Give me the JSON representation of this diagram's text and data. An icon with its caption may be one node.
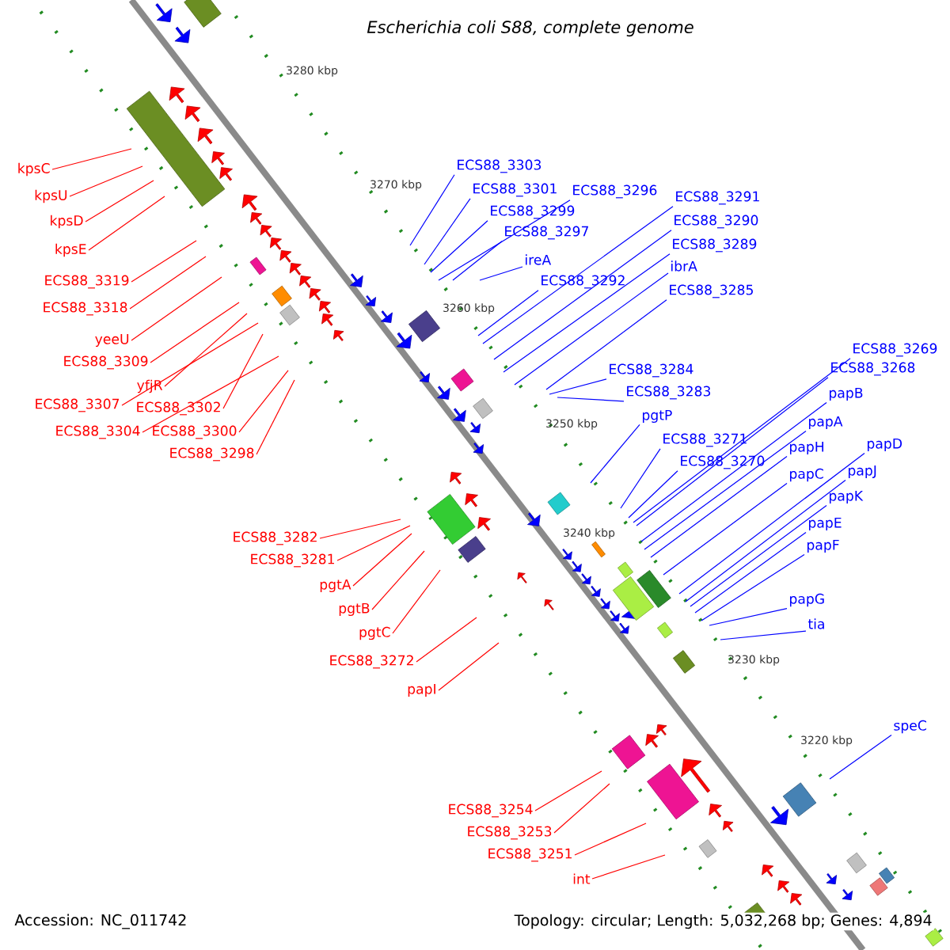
{
  "diagram": {
    "title": "Escherichia coli S88, complete genome",
    "nodes": [
      {
        "text": [
          "kpsC"
        ]
      },
      {
        "text": [
          "kpsU"
        ]
      },
      {
        "text": [
          "kpsD"
        ]
      },
      {
        "text": [
          "kpsE"
        ]
      },
      {
        "text": [
          "ECS88_3319"
        ]
      },
      {
        "text": [
          "ECS88_3318"
        ]
      },
      {
        "text": [
          "yeeU"
        ]
      },
      {
        "text": [
          "ECS88_3309"
        ]
      },
      {
        "text": [
          "yfjR"
        ]
      },
      {
        "text": [
          "ECS88_3307"
        ]
      },
      {
        "text": [
          "ECS88_3302"
        ]
      },
      {
        "text": [
          "ECS88_3304"
        ]
      },
      {
        "text": [
          "ECS88_3300"
        ]
      },
      {
        "text": [
          "ECS88_3298"
        ]
      },
      {
        "text": [
          "ECS88_3282"
        ]
      },
      {
        "text": [
          "ECS88_3281"
        ]
      },
      {
        "text": [
          "pgtA"
        ]
      },
      {
        "text": [
          "pgtB"
        ]
      },
      {
        "text": [
          "pgtC"
        ]
      },
      {
        "text": [
          "ECS88_3272"
        ]
      },
      {
        "text": [
          "papI"
        ]
      },
      {
        "text": [
          "ECS88_3254"
        ]
      },
      {
        "text": [
          "ECS88_3253"
        ]
      },
      {
        "text": [
          "ECS88_3251"
        ]
      },
      {
        "text": [
          "int"
        ]
      },
      {
        "text": [
          "ECS88_3303"
        ]
      },
      {
        "text": [
          "ECS88_3301"
        ]
      },
      {
        "text": [
          "ECS88_3296"
        ]
      },
      {
        "text": [
          "ECS88_3299"
        ]
      },
      {
        "text": [
          "ECS88_3297"
        ]
      },
      {
        "text": [
          "ireA"
        ]
      },
      {
        "text": [
          "ECS88_3292"
        ]
      },
      {
        "text": [
          "ECS88_3291"
        ]
      },
      {
        "text": [
          "ECS88_3290"
        ]
      },
      {
        "text": [
          "ECS88_3289"
        ]
      },
      {
        "text": [
          "ibrA"
        ]
      },
      {
        "text": [
          "ECS88_3285"
        ]
      },
      {
        "text": [
          "ECS88_3284"
        ]
      },
      {
        "text": [
          "ECS88_3283"
        ]
      },
      {
        "text": [
          "pgtP"
        ]
      },
      {
        "text": [
          "ECS88_3271"
        ]
      },
      {
        "text": [
          "ECS88_3270"
        ]
      },
      {
        "text": [
          "ECS88_3269"
        ]
      },
      {
        "text": [
          "ECS88_3268"
        ]
      },
      {
        "text": [
          "papB"
        ]
      },
      {
        "text": [
          "papA"
        ]
      },
      {
        "text": [
          "papH"
        ]
      },
      {
        "text": [
          "papC"
        ]
      },
      {
        "text": [
          "papD"
        ]
      },
      {
        "text": [
          "papJ"
        ]
      },
      {
        "text": [
          "papK"
        ]
      },
      {
        "text": [
          "papE"
        ]
      },
      {
        "text": [
          "papF"
        ]
      },
      {
        "text": [
          "papG"
        ]
      },
      {
        "text": [
          "tia"
        ]
      },
      {
        "text": [
          "speC"
        ]
      }
    ],
    "edges": [
      {
        "from": 0,
        "to": null,
        "arrow": "none",
        "color": "#ff0000"
      },
      {
        "from": 1,
        "to": null,
        "arrow": "none",
        "color": "#ff0000"
      },
      {
        "from": 2,
        "to": null,
        "arrow": "none",
        "color": "#ff0000"
      },
      {
        "from": 3,
        "to": null,
        "arrow": "none",
        "color": "#ff0000"
      },
      {
        "from": 4,
        "to": null,
        "arrow": "none",
        "color": "#ff0000"
      },
      {
        "from": 5,
        "to": null,
        "arrow": "none",
        "color": "#ff0000"
      },
      {
        "from": 6,
        "to": null,
        "arrow": "none",
        "color": "#ff0000"
      },
      {
        "from": 7,
        "to": null,
        "arrow": "none",
        "color": "#ff0000"
      },
      {
        "from": 8,
        "to": null,
        "arrow": "none",
        "color": "#ff0000"
      },
      {
        "from": 9,
        "to": null,
        "arrow": "none",
        "color": "#ff0000"
      },
      {
        "from": 10,
        "to": null,
        "arrow": "none",
        "color": "#ff0000"
      },
      {
        "from": 11,
        "to": null,
        "arrow": "none",
        "color": "#ff0000"
      },
      {
        "from": 12,
        "to": null,
        "arrow": "none",
        "color": "#ff0000"
      },
      {
        "from": 13,
        "to": null,
        "arrow": "none",
        "color": "#ff0000"
      },
      {
        "from": 14,
        "to": null,
        "arrow": "none",
        "color": "#ff0000"
      },
      {
        "from": 15,
        "to": null,
        "arrow": "none",
        "color": "#ff0000"
      },
      {
        "from": 16,
        "to": null,
        "arrow": "none",
        "color": "#ff0000"
      },
      {
        "from": 17,
        "to": null,
        "arrow": "none",
        "color": "#ff0000"
      },
      {
        "from": 18,
        "to": null,
        "arrow": "none",
        "color": "#ff0000"
      },
      {
        "from": 19,
        "to": null,
        "arrow": "none",
        "color": "#ff0000"
      },
      {
        "from": 20,
        "to": null,
        "arrow": "none",
        "color": "#ff0000"
      },
      {
        "from": 21,
        "to": null,
        "arrow": "none",
        "color": "#ff0000"
      },
      {
        "from": 22,
        "to": null,
        "arrow": "none",
        "color": "#ff0000"
      },
      {
        "from": 23,
        "to": null,
        "arrow": "none",
        "color": "#ff0000"
      },
      {
        "from": 24,
        "to": null,
        "arrow": "none",
        "color": "#ff0000"
      },
      {
        "from": 25,
        "to": null,
        "arrow": "none"
      },
      {
        "from": 26,
        "to": null,
        "arrow": "none"
      },
      {
        "from": 27,
        "to": null,
        "arrow": "none"
      },
      {
        "from": 28,
        "to": null,
        "arrow": "none"
      },
      {
        "from": 29,
        "to": null,
        "arrow": "none"
      },
      {
        "from": 30,
        "to": null,
        "arrow": "none"
      },
      {
        "from": 31,
        "to": null,
        "arrow": "none"
      },
      {
        "from": 32,
        "to": null,
        "arrow": "none"
      },
      {
        "from": 33,
        "to": null,
        "arrow": "none"
      },
      {
        "from": 34,
        "to": null,
        "arrow": "none"
      },
      {
        "from": 35,
        "to": null,
        "arrow": "none"
      },
      {
        "from": 36,
        "to": null,
        "arrow": "none"
      },
      {
        "from": 37,
        "to": null,
        "arrow": "none"
      },
      {
        "from": 38,
        "to": null,
        "arrow": "none"
      },
      {
        "from": 39,
        "to": null,
        "arrow": "none"
      },
      {
        "from": 40,
        "to": null,
        "arrow": "none"
      },
      {
        "from": 41,
        "to": null,
        "arrow": "none"
      },
      {
        "from": 42,
        "to": null,
        "arrow": "none"
      },
      {
        "from": 43,
        "to": null,
        "arrow": "none"
      },
      {
        "from": 44,
        "to": null,
        "arrow": "none"
      },
      {
        "from": 45,
        "to": null,
        "arrow": "none"
      },
      {
        "from": 46,
        "to": null,
        "arrow": "none"
      },
      {
        "from": 47,
        "to": null,
        "arrow": "none"
      },
      {
        "from": 48,
        "to": null,
        "arrow": "none"
      },
      {
        "from": 49,
        "to": null,
        "arrow": "none"
      },
      {
        "from": 50,
        "to": null,
        "arrow": "none"
      },
      {
        "from": 51,
        "to": null,
        "arrow": "none"
      },
      {
        "from": 52,
        "to": null,
        "arrow": "none"
      },
      {
        "from": 53,
        "to": null,
        "arrow": "none"
      },
      {
        "from": 54,
        "to": null,
        "arrow": "none"
      },
      {
        "from": 55,
        "to": null,
        "arrow": "none"
      }
    ],
    "labels": [
      "3280 kbp",
      "3270 kbp",
      "3260 kbp",
      "3250 kbp",
      "3240 kbp",
      "3230 kbp",
      "3220 kbp",
      "Accession: NC_011742",
      "Topology: circular; Length: 5,032,268 bp; Genes: 4,894"
    ]
  }
}
